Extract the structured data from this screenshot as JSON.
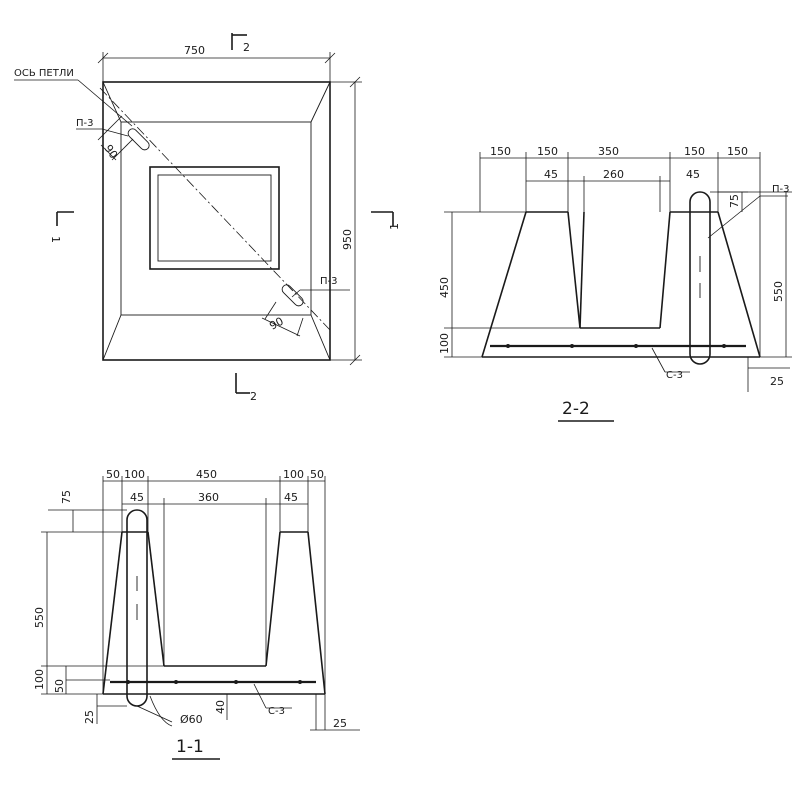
{
  "plan": {
    "width_dim": "750",
    "height_dim": "950",
    "axis_label": "ОСЬ ПЕТЛИ",
    "loop_label_top": "П-3",
    "loop_label_bottom": "П-3",
    "offset_top": "90",
    "offset_bottom": "90",
    "cut_2_top": "2",
    "cut_2_bottom": "2",
    "cut_1_left": "1",
    "cut_1_right": "1"
  },
  "section_2_2": {
    "title": "2-2",
    "top_dims": [
      "150",
      "150",
      "350",
      "150",
      "150"
    ],
    "inner_dims": [
      "45",
      "260",
      "45"
    ],
    "loop_dim": "75",
    "height_450": "450",
    "height_100": "100",
    "height_550": "550",
    "bottom_25": "25",
    "loop_label": "П-3",
    "mesh_label": "С-3"
  },
  "section_1_1": {
    "title": "1-1",
    "top_dims": [
      "50",
      "100",
      "450",
      "100",
      "50"
    ],
    "inner_dims": [
      "45",
      "360",
      "45"
    ],
    "loop_dim": "75",
    "height_550": "550",
    "height_100": "100",
    "height_50": "50",
    "bottom_25": "25",
    "dim_40": "40",
    "diameter": "Ø60",
    "mesh_label": "С-3",
    "right_25": "25"
  }
}
